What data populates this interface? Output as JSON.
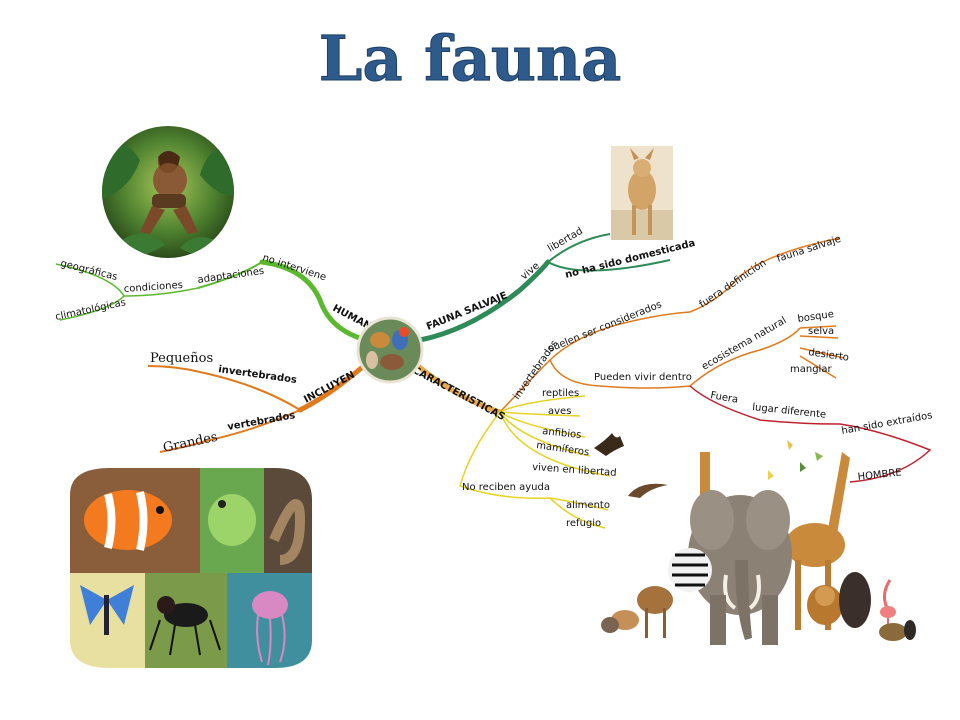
{
  "title": "La fauna",
  "center_image": "animal-collage-icon",
  "branches": {
    "humano": {
      "label": "HUMANO",
      "color": "#5cb82e",
      "children": {
        "no_intervienen": "no interviene",
        "adaptaciones": "adaptaciones",
        "condiciones": "condiciones",
        "geograficas": "geográficas",
        "climatologicas": "climatológicas"
      }
    },
    "fauna_salvaje": {
      "label": "FAUNA SALVAJE",
      "color": "#2e8b57",
      "children": {
        "vive": "vive",
        "libertad": "libertad",
        "domesticada": "no ha sido domesticada"
      }
    },
    "incluyen": {
      "label": "INCLUYEN",
      "color": "#e07a1c",
      "children": {
        "invertebrados": "invertebrados",
        "pequenos": "Pequeños",
        "vertebrados": "vertebrados",
        "grandes": "Grandes"
      }
    },
    "caracteristicas": {
      "label": "CARACTERISTICAS",
      "color": "#e8a84a",
      "children": {
        "invertebrados": "invertebrados",
        "suelen": "suelen ser considerados",
        "fuera_def": "fuera definición",
        "fauna_salvaje": "fauna salvaje",
        "pueden_vivir": "Pueden vivir dentro",
        "ecosistema": "ecosistema natural",
        "bosque": "bosque",
        "selva": "selva",
        "desierto": "desierto",
        "manglar": "manglar",
        "fuera": "Fuera",
        "lugar": "lugar diferente",
        "extraidos": "han sido extraídos",
        "hombre": "HOMBRE",
        "reptiles": "reptiles",
        "aves": "aves",
        "anfibios": "anfibios",
        "mamiferos": "mamíferos",
        "viven": "viven en libertad",
        "no_reciben": "No reciben ayuda",
        "alimento": "alimento",
        "refugio": "refugio"
      }
    }
  },
  "images": {
    "jungle_man": "jungle-man-photo",
    "wild_canine": "wild-canine-photo",
    "small_animals_collage": "small-animals-collage",
    "large_animals_group": "wild-animals-group",
    "eagle": "eagle-icon"
  },
  "colors": {
    "title": "#2e5a8c",
    "humano": "#5cb82e",
    "fauna_salvaje": "#2e8b57",
    "incluyen": "#e07a1c",
    "caracteristicas": "#e8a84a",
    "yellow": "#e6d320",
    "red": "#c0202e"
  }
}
